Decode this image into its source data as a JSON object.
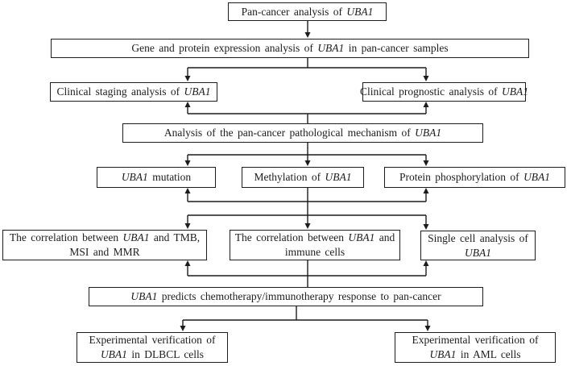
{
  "colors": {
    "background": "#ffffff",
    "line": "#1c1c1c",
    "box_border": "#1c1c1c",
    "text": "#1c1c1c"
  },
  "nodes": {
    "pan_cancer": {
      "lines": [
        [
          {
            "t": "Pan-cancer analysis of "
          },
          {
            "t": "UBA1",
            "i": true
          }
        ]
      ]
    },
    "expression": {
      "lines": [
        [
          {
            "t": "Gene and protein expression analysis of "
          },
          {
            "t": "UBA1",
            "i": true
          },
          {
            "t": " in pan-cancer samples"
          }
        ]
      ]
    },
    "staging": {
      "lines": [
        [
          {
            "t": "Clinical staging analysis of "
          },
          {
            "t": "UBA1",
            "i": true
          }
        ]
      ]
    },
    "prognostic": {
      "lines": [
        [
          {
            "t": "Clinical prognostic analysis of "
          },
          {
            "t": "UBA1",
            "i": true
          }
        ]
      ]
    },
    "mechanism": {
      "lines": [
        [
          {
            "t": "Analysis of the pan-cancer pathological mechanism of "
          },
          {
            "t": "UBA1",
            "i": true
          }
        ]
      ]
    },
    "mutation": {
      "lines": [
        [
          {
            "t": "UBA1",
            "i": true
          },
          {
            "t": " mutation"
          }
        ]
      ]
    },
    "methylation": {
      "lines": [
        [
          {
            "t": "Methylation of "
          },
          {
            "t": "UBA1",
            "i": true
          }
        ]
      ]
    },
    "phosphorylation": {
      "lines": [
        [
          {
            "t": "Protein phosphorylation of "
          },
          {
            "t": "UBA1",
            "i": true
          }
        ]
      ]
    },
    "tmb_msi_mmr": {
      "lines": [
        [
          {
            "t": "The correlation between "
          },
          {
            "t": "UBA1",
            "i": true
          },
          {
            "t": " and TMB,"
          }
        ],
        [
          {
            "t": "MSI and MMR"
          }
        ]
      ]
    },
    "immune_cells": {
      "lines": [
        [
          {
            "t": "The correlation between "
          },
          {
            "t": "UBA1",
            "i": true
          },
          {
            "t": " and"
          }
        ],
        [
          {
            "t": "immune cells"
          }
        ]
      ]
    },
    "single_cell": {
      "lines": [
        [
          {
            "t": "Single cell analysis of"
          }
        ],
        [
          {
            "t": "UBA1",
            "i": true
          }
        ]
      ]
    },
    "therapy": {
      "lines": [
        [
          {
            "t": "UBA1",
            "i": true
          },
          {
            "t": " predicts chemotherapy/immunotherapy response to pan-cancer"
          }
        ]
      ]
    },
    "dlbcl": {
      "lines": [
        [
          {
            "t": "Experimental verification of"
          }
        ],
        [
          {
            "t": "UBA1",
            "i": true
          },
          {
            "t": " in DLBCL cells"
          }
        ]
      ]
    },
    "aml": {
      "lines": [
        [
          {
            "t": "Experimental verification of"
          }
        ],
        [
          {
            "t": "UBA1",
            "i": true
          },
          {
            "t": " in AML cells"
          }
        ]
      ]
    }
  }
}
